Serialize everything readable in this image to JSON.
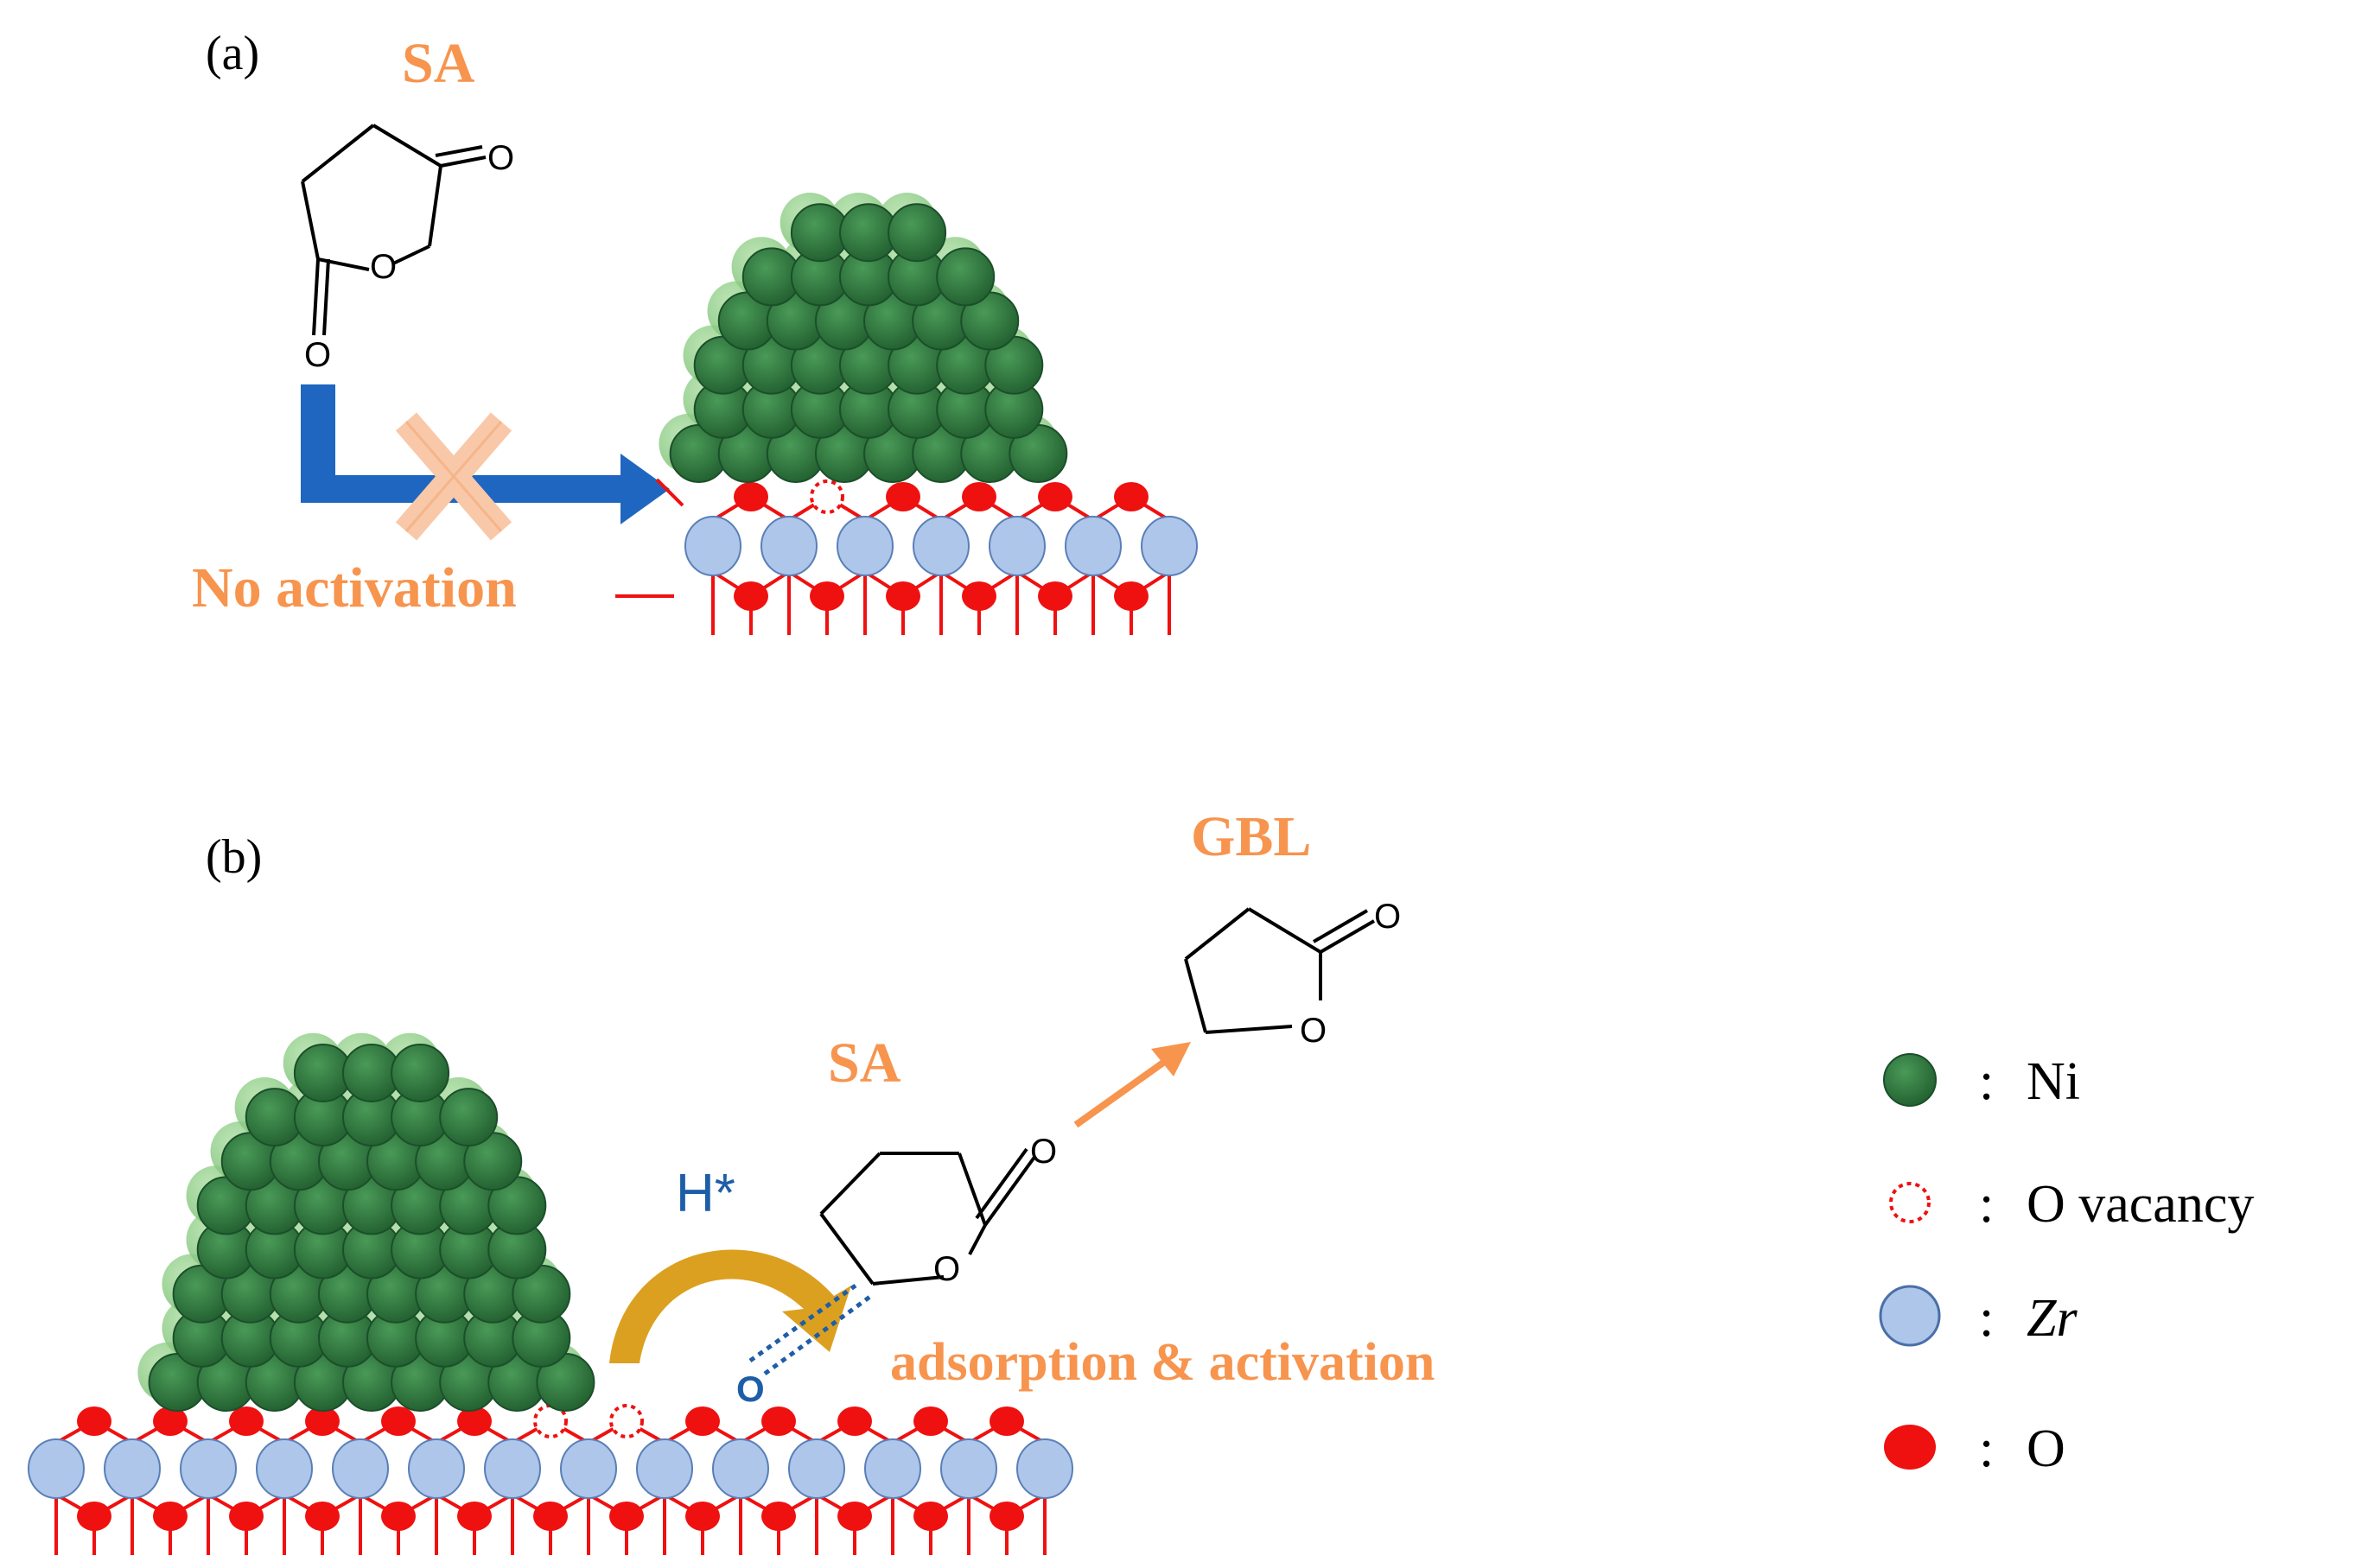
{
  "panel_a": {
    "label": "(a)",
    "molecule_label": "SA",
    "atom_O_top": "O",
    "atom_O_ring": "O",
    "atom_O_bottom": "O",
    "no_activation": "No activation"
  },
  "panel_b": {
    "label": "(b)",
    "sa_label": "SA",
    "gbl_label": "GBL",
    "hydrogen_label": "H*",
    "atom_O_carbonyl": "O",
    "atom_O_ring": "O",
    "atom_O_gbl_carbonyl": "O",
    "atom_O_gbl_ring": "O",
    "atom_O_surface": "O",
    "adsorption": "adsorption & activation"
  },
  "legend": {
    "items": [
      {
        "symbol": "ni",
        "text": "Ni",
        "separator": ":"
      },
      {
        "symbol": "vacancy",
        "text": "O vacancy",
        "separator": ":"
      },
      {
        "symbol": "zr",
        "text": "Zr",
        "separator": ":"
      },
      {
        "symbol": "o",
        "text": "O",
        "separator": ":"
      }
    ]
  },
  "colors": {
    "orange_text": "#f7944e",
    "blue_arrow": "#1f66c1",
    "ni_dark": "#2e7a3f",
    "ni_light": "#8ccc86",
    "zr_blue": "#adc6ea",
    "oxygen_red": "#ef1010",
    "h_label_blue": "#1e5ea8",
    "gold_arrow": "#dca020",
    "cross": "#f8c8a8"
  }
}
